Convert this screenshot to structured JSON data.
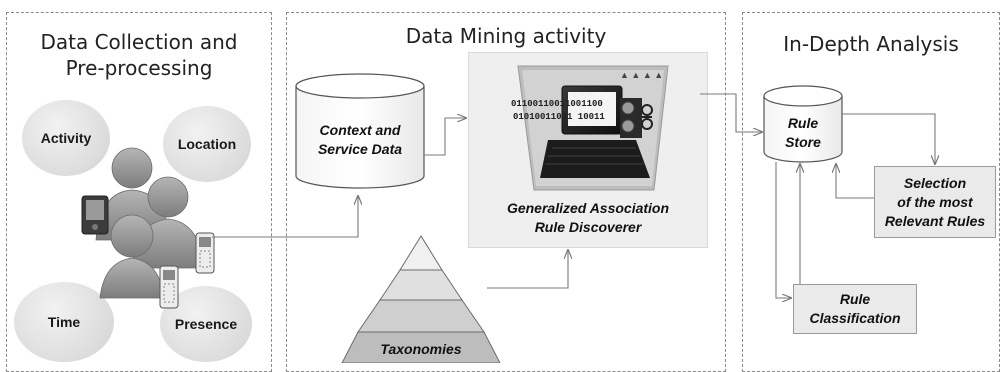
{
  "panels": {
    "collection": {
      "title": "Data Collection and\nPre-processing",
      "bubbles": {
        "activity": "Activity",
        "location": "Location",
        "time": "Time",
        "presence": "Presence"
      }
    },
    "mining": {
      "title": "Data Mining activity",
      "context_store": "Context and\nService Data",
      "engine": "Generalized Association\nRule Discoverer",
      "engine_screen_bits": [
        "01100110011001100",
        "01010011001 10011"
      ],
      "taxonomies": "Taxonomies"
    },
    "analysis": {
      "title": "In-Depth Analysis",
      "rule_store": "Rule\nStore",
      "selection": "Selection\nof the most\nRelevant Rules",
      "classification": "Rule\nClassification"
    }
  },
  "colors": {
    "border": "#8a8a8a",
    "arrow": "#7a7a7a",
    "box_fill": "#eaeaea",
    "engine_bg": "#efefef"
  },
  "icons": [
    "people-group-icon",
    "mobile-phone-icon",
    "pda-icon",
    "computer-robot-icon",
    "pyramid-icon",
    "cylinder-icon"
  ]
}
